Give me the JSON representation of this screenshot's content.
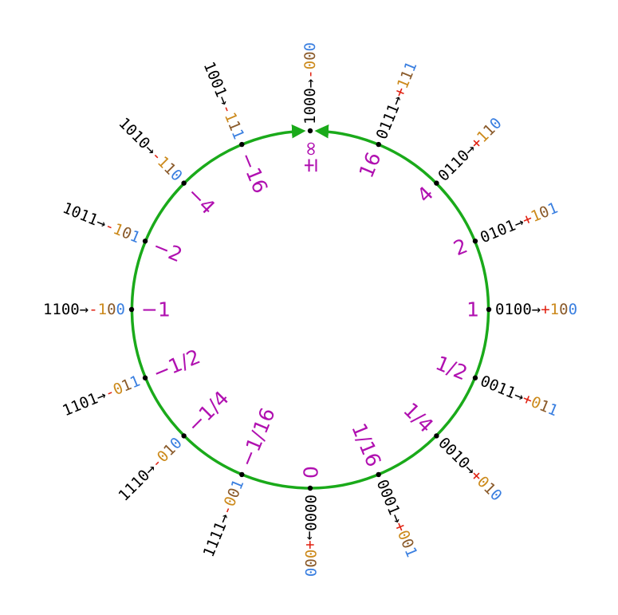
{
  "colors": {
    "circle": "#1aaa1a",
    "dot": "#000000",
    "code": "#000000",
    "value": "#b010b0",
    "sign": "#e02010",
    "bit_1": "#cc8a1c",
    "bit_2": "#8a5a2a",
    "bit_3": "#3a7fe0"
  },
  "points": [
    {
      "code": "0000",
      "arrow": "→",
      "sign": "+",
      "bits": [
        "0",
        "0",
        "0"
      ],
      "value": "0"
    },
    {
      "code": "0001",
      "arrow": "→",
      "sign": "+",
      "bits": [
        "0",
        "0",
        "1"
      ],
      "value": "1/16"
    },
    {
      "code": "0010",
      "arrow": "→",
      "sign": "+",
      "bits": [
        "0",
        "1",
        "0"
      ],
      "value": "1/4"
    },
    {
      "code": "0011",
      "arrow": "→",
      "sign": "+",
      "bits": [
        "0",
        "1",
        "1"
      ],
      "value": "1/2"
    },
    {
      "code": "0100",
      "arrow": "→",
      "sign": "+",
      "bits": [
        "1",
        "0",
        "0"
      ],
      "value": "1"
    },
    {
      "code": "0101",
      "arrow": "→",
      "sign": "+",
      "bits": [
        "1",
        "0",
        "1"
      ],
      "value": "2"
    },
    {
      "code": "0110",
      "arrow": "→",
      "sign": "+",
      "bits": [
        "1",
        "1",
        "0"
      ],
      "value": "4"
    },
    {
      "code": "0111",
      "arrow": "→",
      "sign": "+",
      "bits": [
        "1",
        "1",
        "1"
      ],
      "value": "16"
    },
    {
      "code": "1000",
      "arrow": "→",
      "sign": "-",
      "bits": [
        "0",
        "0",
        "0"
      ],
      "value": "±∞"
    },
    {
      "code": "1001",
      "arrow": "→",
      "sign": "-",
      "bits": [
        "1",
        "1",
        "1"
      ],
      "value": "−16"
    },
    {
      "code": "1010",
      "arrow": "→",
      "sign": "-",
      "bits": [
        "1",
        "1",
        "0"
      ],
      "value": "−4"
    },
    {
      "code": "1011",
      "arrow": "→",
      "sign": "-",
      "bits": [
        "1",
        "0",
        "1"
      ],
      "value": "−2"
    },
    {
      "code": "1100",
      "arrow": "→",
      "sign": "-",
      "bits": [
        "1",
        "0",
        "0"
      ],
      "value": "−1"
    },
    {
      "code": "1101",
      "arrow": "→",
      "sign": "-",
      "bits": [
        "0",
        "1",
        "1"
      ],
      "value": "−1/2"
    },
    {
      "code": "1110",
      "arrow": "→",
      "sign": "-",
      "bits": [
        "0",
        "1",
        "0"
      ],
      "value": "−1/4"
    },
    {
      "code": "1111",
      "arrow": "→",
      "sign": "-",
      "bits": [
        "0",
        "0",
        "1"
      ],
      "value": "−1/16"
    }
  ]
}
